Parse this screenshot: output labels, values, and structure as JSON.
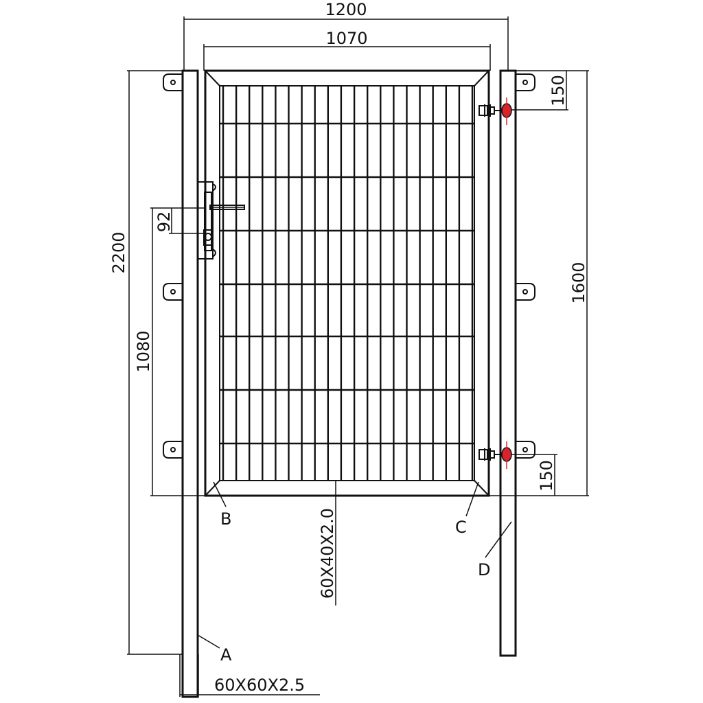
{
  "dimensions": {
    "overall_width": "1200",
    "leaf_width": "1070",
    "post_height": "2200",
    "gate_height": "1080",
    "latch_offset": "92",
    "hinge_top_offset": "150",
    "hinge_bottom_offset": "150",
    "hinge_span": "1600"
  },
  "profiles": {
    "frame": "60X40X2.0",
    "post": "60X60X2.5"
  },
  "callouts": {
    "a": "A",
    "b": "B",
    "c": "C",
    "d": "D"
  }
}
